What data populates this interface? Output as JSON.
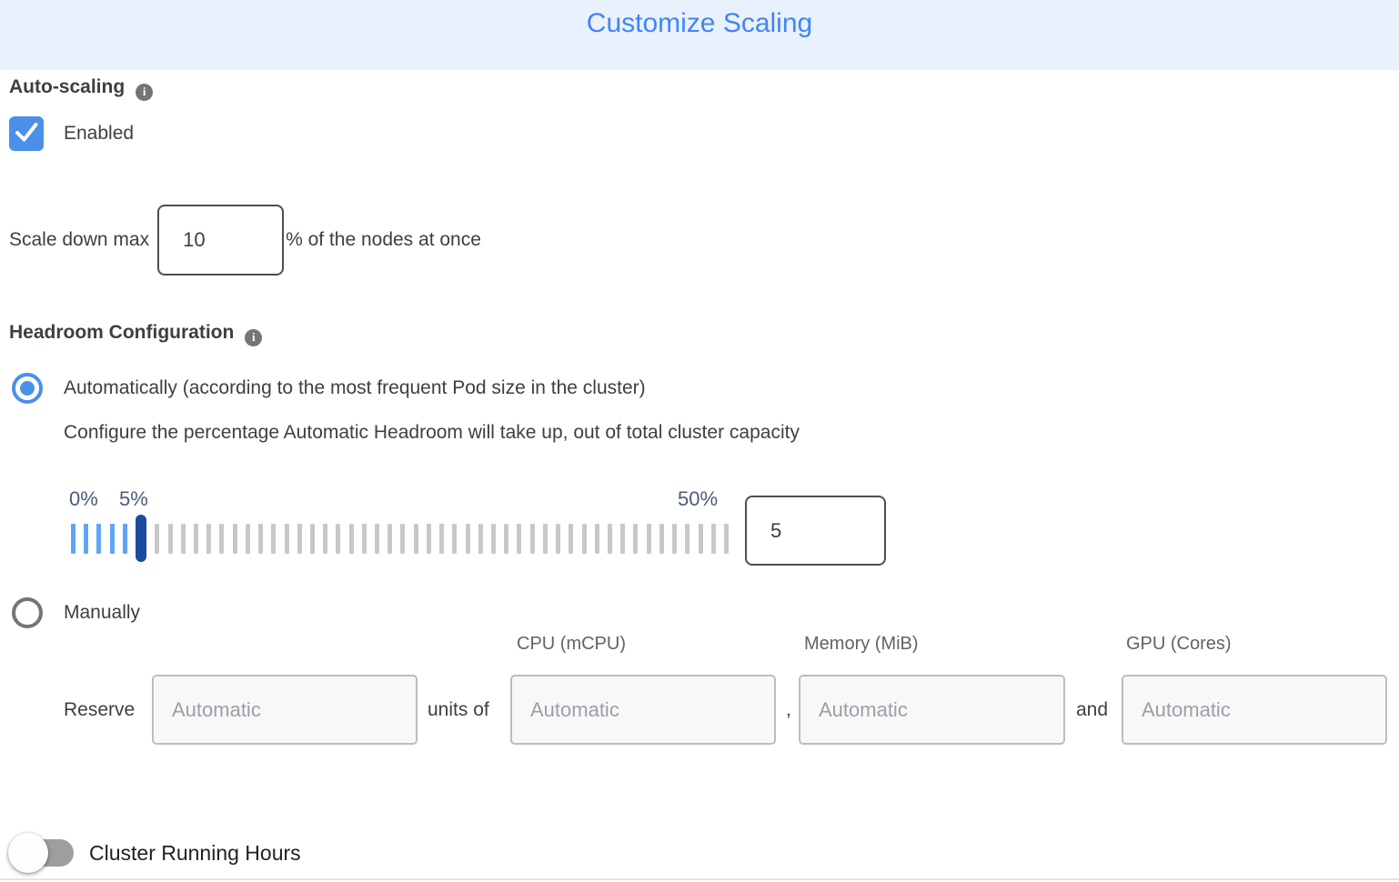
{
  "header": {
    "title": "Customize Scaling",
    "title_color": "#4285f4",
    "bg_color": "#e9f1fc"
  },
  "icons": {
    "info_glyph": "i"
  },
  "auto_scaling": {
    "label": "Auto-scaling",
    "checkbox_label": "Enabled",
    "checkbox_checked": true,
    "checkbox_color": "#4a90e8"
  },
  "scale_down": {
    "prefix": "Scale down max",
    "value": "10",
    "suffix": "% of the nodes at once"
  },
  "headroom": {
    "label": "Headroom Configuration",
    "auto_option": "Automatically (according to the most frequent Pod size in the cluster)",
    "auto_option_selected": true,
    "auto_description": "Configure the percentage Automatic Headroom will take up, out of total cluster capacity",
    "slider": {
      "min": 0,
      "max": 50,
      "value": 5,
      "min_label": "0%",
      "current_label": "5%",
      "max_label": "50%",
      "active_color": "#5fa5f5",
      "handle_color": "#1b4a9e",
      "inactive_color": "#c8c8c8"
    },
    "value_input": "5",
    "manual_option": "Manually",
    "manual_option_selected": false
  },
  "manual_reserve": {
    "columns": [
      "CPU (mCPU)",
      "Memory (MiB)",
      "GPU (Cores)"
    ],
    "reserve_label": "Reserve",
    "units_of_label": "units of",
    "comma": ",",
    "and_label": "and",
    "placeholders": [
      "Automatic",
      "Automatic",
      "Automatic",
      "Automatic"
    ]
  },
  "footer": {
    "toggle_label": "Cluster Running Hours",
    "toggle_on": false
  }
}
